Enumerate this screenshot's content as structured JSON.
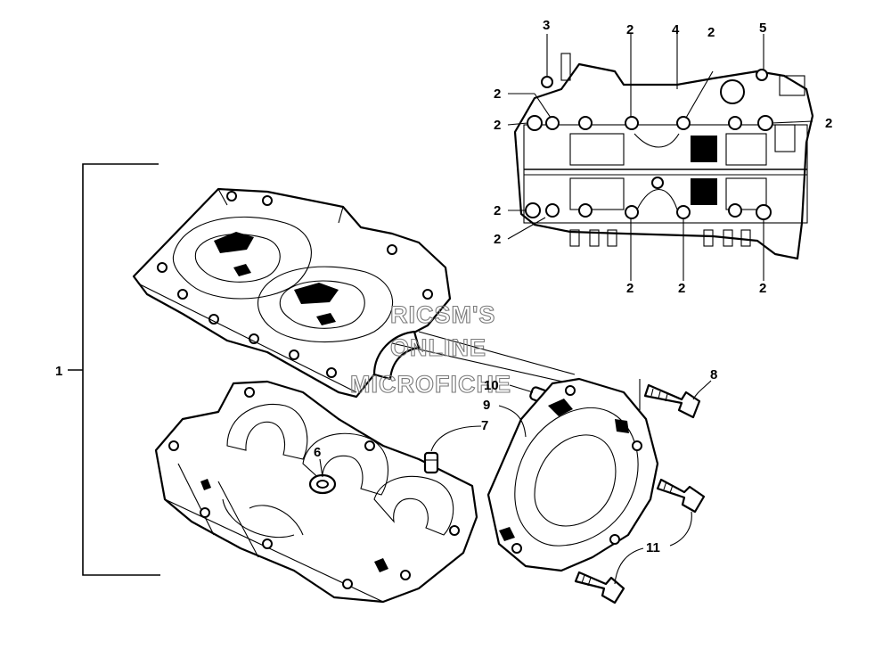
{
  "watermark": {
    "line1": "RICSM'S",
    "line2": "ONLINE",
    "line3": "MICROFICHE"
  },
  "callouts": [
    {
      "id": "c1",
      "label": "1"
    },
    {
      "id": "c2a",
      "label": "2"
    },
    {
      "id": "c2b",
      "label": "2"
    },
    {
      "id": "c2c",
      "label": "2"
    },
    {
      "id": "c2d",
      "label": "2"
    },
    {
      "id": "c2e",
      "label": "2"
    },
    {
      "id": "c2f",
      "label": "2"
    },
    {
      "id": "c2g",
      "label": "2"
    },
    {
      "id": "c2h",
      "label": "2"
    },
    {
      "id": "c2i",
      "label": "2"
    },
    {
      "id": "c2j",
      "label": "2"
    },
    {
      "id": "c3",
      "label": "3"
    },
    {
      "id": "c4",
      "label": "4"
    },
    {
      "id": "c5",
      "label": "5"
    },
    {
      "id": "c6",
      "label": "6"
    },
    {
      "id": "c7",
      "label": "7"
    },
    {
      "id": "c8",
      "label": "8"
    },
    {
      "id": "c9",
      "label": "9"
    },
    {
      "id": "c10",
      "label": "10"
    },
    {
      "id": "c11",
      "label": "11"
    }
  ]
}
